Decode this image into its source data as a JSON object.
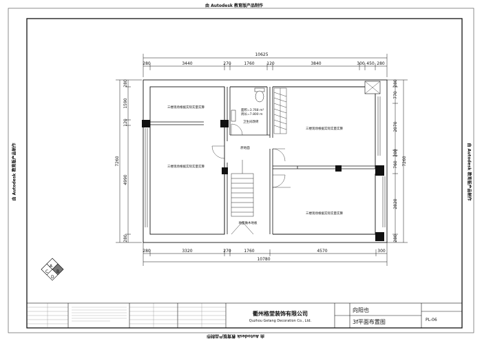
{
  "watermark": "由 Autodesk 教育版产品制作",
  "dimensions": {
    "top_total": "10625",
    "top_segments": [
      "280",
      "3440",
      "270",
      "1760",
      "120",
      "3840",
      "300",
      "450",
      "280"
    ],
    "bottom_total": "10780",
    "bottom_segments": [
      "280",
      "3320",
      "270",
      "1760",
      "4570",
      "300"
    ],
    "left_total": "7260",
    "left_segments": [
      "280",
      "1590",
      "120",
      "4990",
      "280"
    ],
    "right_total": "7260",
    "right_segments": [
      "280",
      "770",
      "2070",
      "280",
      "760",
      "2820",
      "280"
    ]
  },
  "rooms": {
    "room_top_left": "三楼现场根据实际实量实算",
    "room_mid_left": "三楼现场根据实际实量实算",
    "room_top_right": "三楼现场根据实际实量实算",
    "room_bottom_right": "三楼现场根据实际实量实算",
    "bath_area_line1": "面积=3.768 m²",
    "bath_area_line2": "周长=7.800 m",
    "bathroom": "卫生间改砖",
    "corridor": "原地面",
    "stair_note": "地面做木地板"
  },
  "compass": [
    "A",
    "B",
    "C",
    "D"
  ],
  "title_block": {
    "company_cn": "衢州格堂装饰有限公司",
    "company_en": "Quzhou Getang Decoration Co., Ltd.",
    "project": "向阳也",
    "drawing_title": "3f平面布置图",
    "drawing_number": "PL-06"
  }
}
